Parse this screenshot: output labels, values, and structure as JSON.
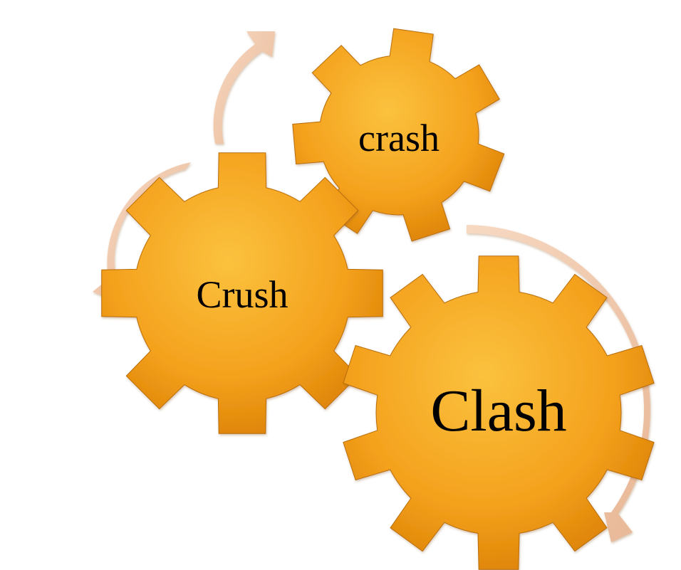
{
  "diagram": {
    "gears": [
      {
        "id": "crash",
        "label": "crash"
      },
      {
        "id": "crush",
        "label": "Crush"
      },
      {
        "id": "clash",
        "label": "Clash"
      }
    ],
    "cycle_arrows": [
      {
        "from": "crush",
        "to": "crash"
      },
      {
        "from": "crash",
        "to": "clash"
      },
      {
        "from": "clash",
        "to": "crush"
      }
    ]
  },
  "colors": {
    "gear_fill_light": "#fbc23e",
    "gear_fill_mid": "#f4a11d",
    "gear_fill_dark": "#dd8305",
    "gear_edge": "#b86d08",
    "arrow_fill_light": "#f7d9c2",
    "arrow_fill_dark": "#e8b796",
    "text": "#000000"
  }
}
